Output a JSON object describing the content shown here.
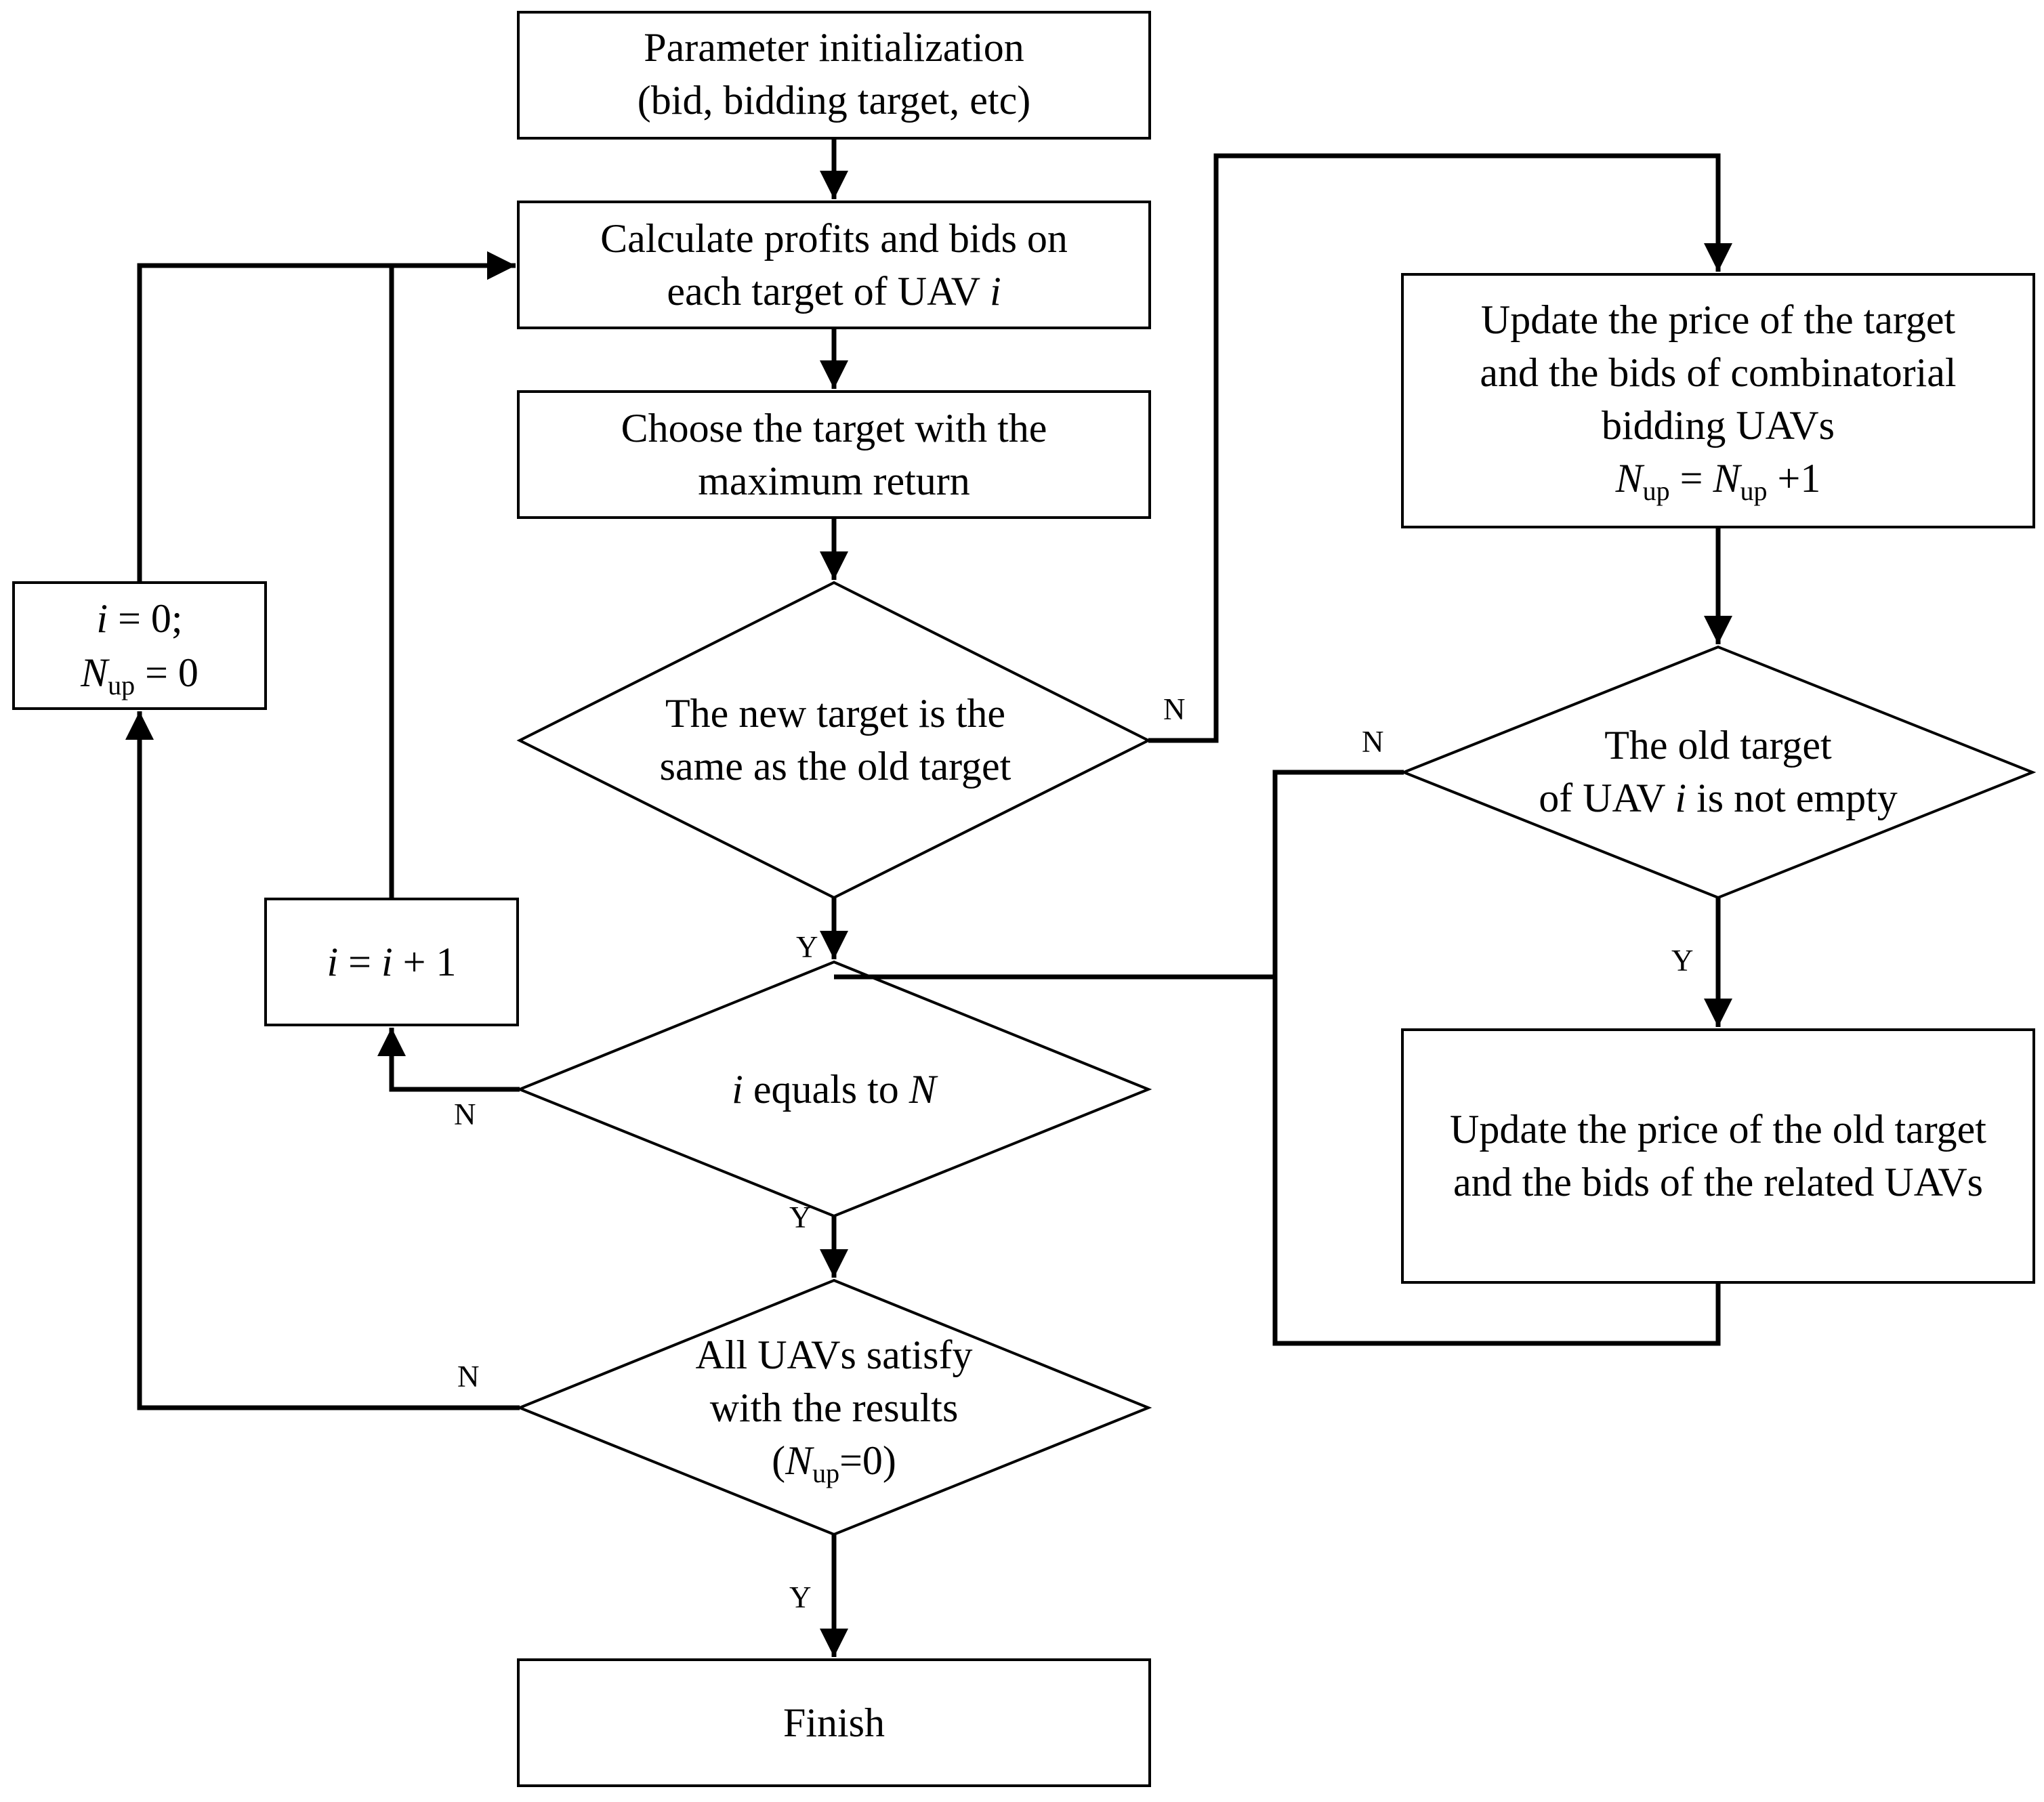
{
  "nodes": {
    "init": {
      "line1": "Parameter initialization",
      "line2": "(bid, bidding target, etc)"
    },
    "calc": {
      "line1": "Calculate profits and bids on",
      "line2_prefix": "each target of UAV ",
      "line2_var": "i"
    },
    "choose": {
      "line1": "Choose the target with the",
      "line2": "maximum return"
    },
    "same": {
      "line1": "The new target is the",
      "line2": "same as the old target"
    },
    "reset": {
      "var_i": "i",
      "eq_zero": " = 0;",
      "var_N": "N",
      "sub_up": "up",
      "eq_zero2": " = 0"
    },
    "inc": {
      "var_i": "i",
      "eq": " = ",
      "var_i2": "i",
      "plus_one": " + 1"
    },
    "equals": {
      "var_i": "i",
      "text": " equals to ",
      "var_N": "N"
    },
    "satisfy": {
      "line1": "All UAVs satisfy",
      "line2": "with the results",
      "open": "(",
      "var_N": "N",
      "sub_up": "up",
      "close": "=0)"
    },
    "finish": {
      "label": "Finish"
    },
    "update1": {
      "line1": "Update the price of the target",
      "line2": "and the bids of combinatorial",
      "line3": "bidding UAVs",
      "var_N": "N",
      "sub_up": "up",
      "eq": " = ",
      "var_N2": "N",
      "sub_up2": "up",
      "plus_one": " +1"
    },
    "empty": {
      "line1": "The old target",
      "line2_prefix": "of UAV ",
      "line2_var": "i",
      "line2_suffix": " is not empty"
    },
    "update2": {
      "line1": "Update the price of the old target",
      "line2": "and the bids of the related UAVs"
    }
  },
  "edge_labels": {
    "same_no": "N",
    "same_yes": "Y",
    "empty_no": "N",
    "empty_yes": "Y",
    "equals_no": "N",
    "equals_yes": "Y",
    "satisfy_no": "N",
    "satisfy_yes": "Y"
  }
}
